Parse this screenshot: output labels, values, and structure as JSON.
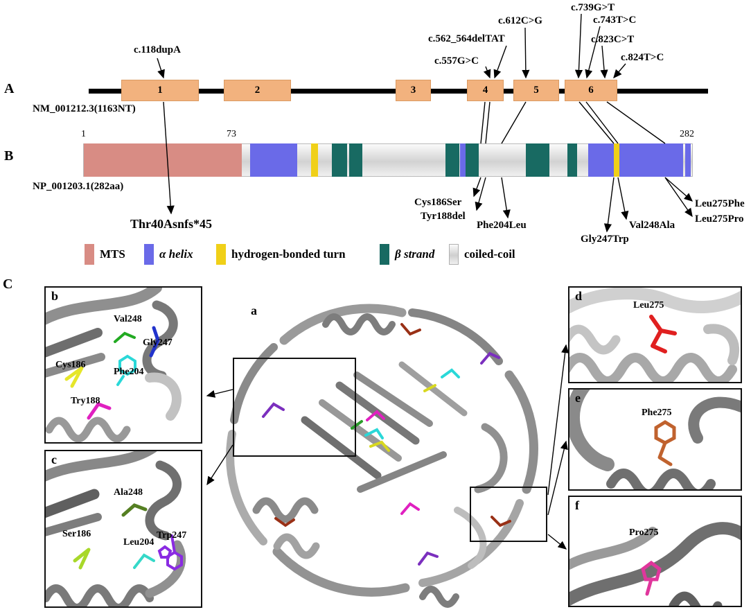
{
  "figure": {
    "panel_a": {
      "label": "A",
      "transcript_label": "NM_001212.3(1163NT)",
      "exons": [
        "1",
        "2",
        "3",
        "4",
        "5",
        "6"
      ],
      "mutations": [
        "c.118dupA",
        "c.562_564delTAT",
        "c.557G>C",
        "c.612C>G",
        "c.739G>T",
        "c.743T>C",
        "c.823C>T",
        "c.824T>C"
      ]
    },
    "panel_b": {
      "label": "B",
      "protein_label": "NP_001203.1(282aa)",
      "coords": [
        "1",
        "73",
        "282"
      ],
      "frameshift_label": "Thr40Asnfs*45",
      "mutations": [
        "Cys186Ser",
        "Tyr188del",
        "Phe204Leu",
        "Gly247Trp",
        "Val248Ala",
        "Leu275Phe",
        "Leu275Pro"
      ]
    },
    "legend": {
      "items": [
        {
          "label": "MTS",
          "color": "#d88c84"
        },
        {
          "label": "α helix",
          "color": "#6a6ae8"
        },
        {
          "label": "hydrogen-bonded turn",
          "color": "#f0d018"
        },
        {
          "label": "β strand",
          "color": "#186a62"
        },
        {
          "label": "coiled-coil",
          "color": "#e9e9e9"
        }
      ]
    },
    "panel_c": {
      "label": "C",
      "panels": {
        "a": {
          "label": "a"
        },
        "b": {
          "label": "b",
          "residues": [
            {
              "label": "Val248",
              "color": "#22aa22"
            },
            {
              "label": "Gly247",
              "color": "#2233cc"
            },
            {
              "label": "Cys186",
              "color": "#e6e62a"
            },
            {
              "label": "Phe204",
              "color": "#2ad8d8"
            },
            {
              "label": "Try188",
              "color": "#e020c0"
            }
          ]
        },
        "c": {
          "label": "c",
          "residues": [
            {
              "label": "Ala248",
              "color": "#557f22"
            },
            {
              "label": "Ser186",
              "color": "#a8d82a"
            },
            {
              "label": "Leu204",
              "color": "#35d8c8"
            },
            {
              "label": "Trp247",
              "color": "#8a2be2"
            }
          ]
        },
        "d": {
          "label": "d",
          "residues": [
            {
              "label": "Leu275",
              "color": "#e02020"
            }
          ]
        },
        "e": {
          "label": "e",
          "residues": [
            {
              "label": "Phe275",
              "color": "#c0622e"
            }
          ]
        },
        "f": {
          "label": "f",
          "residues": [
            {
              "label": "Pro275",
              "color": "#e0369c"
            }
          ]
        }
      }
    }
  }
}
